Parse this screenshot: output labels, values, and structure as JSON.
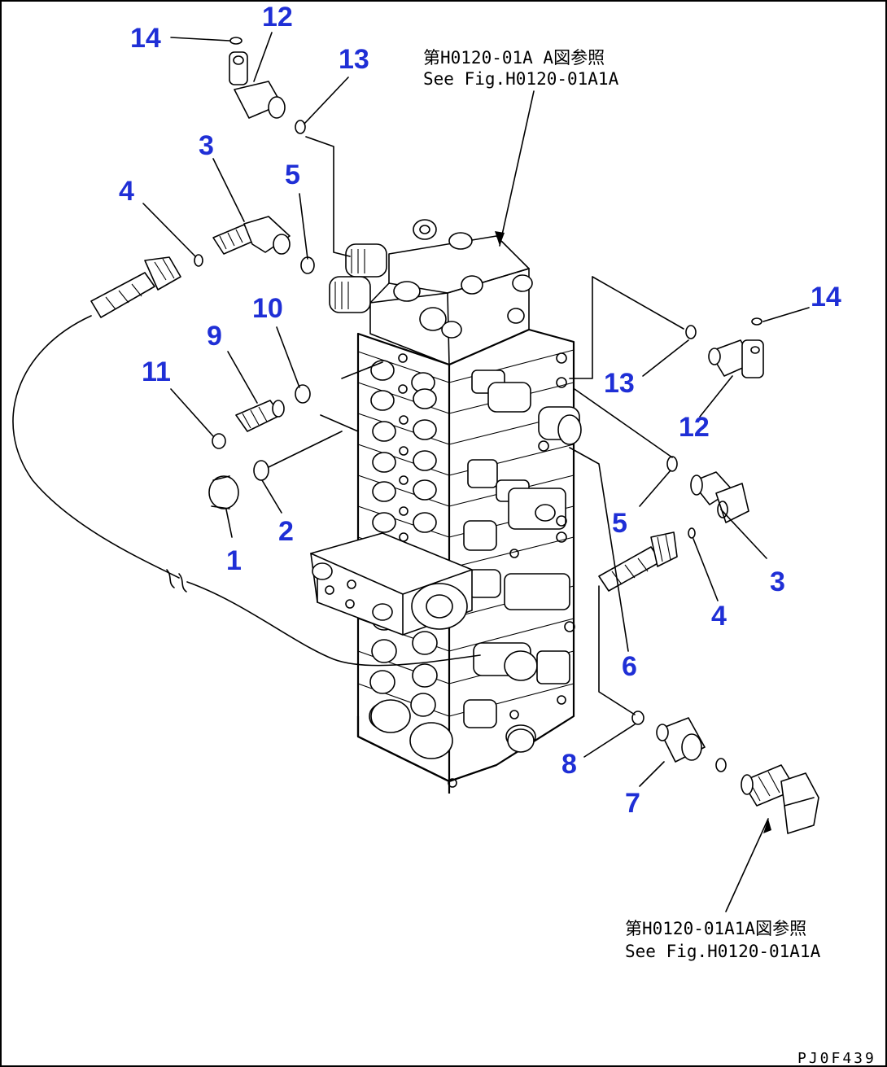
{
  "callouts": [
    {
      "id": "c14a",
      "label": "14"
    },
    {
      "id": "c12a",
      "label": "12"
    },
    {
      "id": "c13a",
      "label": "13"
    },
    {
      "id": "c3a",
      "label": "3"
    },
    {
      "id": "c4a",
      "label": "4"
    },
    {
      "id": "c5a",
      "label": "5"
    },
    {
      "id": "c10",
      "label": "10"
    },
    {
      "id": "c9",
      "label": "9"
    },
    {
      "id": "c11",
      "label": "11"
    },
    {
      "id": "c2",
      "label": "2"
    },
    {
      "id": "c1",
      "label": "1"
    },
    {
      "id": "c14b",
      "label": "14"
    },
    {
      "id": "c13b",
      "label": "13"
    },
    {
      "id": "c12b",
      "label": "12"
    },
    {
      "id": "c5b",
      "label": "5"
    },
    {
      "id": "c3b",
      "label": "3"
    },
    {
      "id": "c4b",
      "label": "4"
    },
    {
      "id": "c6",
      "label": "6"
    },
    {
      "id": "c8",
      "label": "8"
    },
    {
      "id": "c7",
      "label": "7"
    }
  ],
  "notes": {
    "top_jp": "第H0120-01A A図参照",
    "top_en": "See Fig.H0120-01A1A",
    "bottom_jp": "第H0120-01A1A図参照",
    "bottom_en": "See Fig.H0120-01A1A"
  },
  "drawing_code": "PJ0F439"
}
